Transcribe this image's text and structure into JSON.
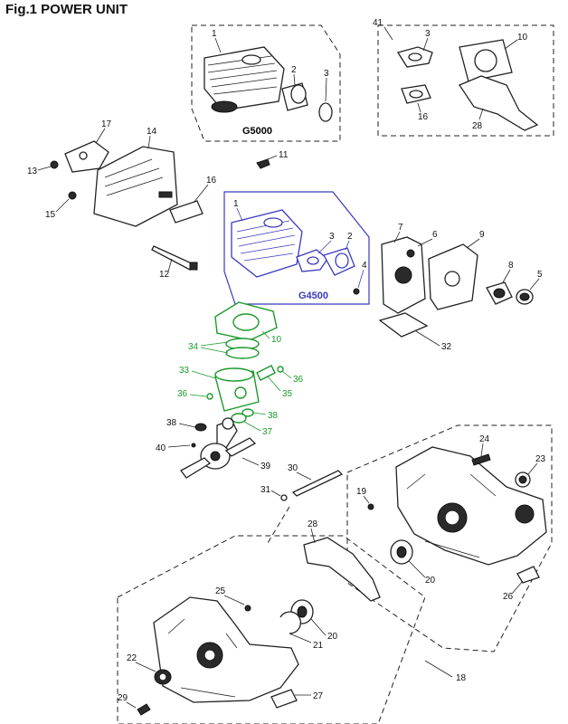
{
  "title": "Fig.1 POWER UNIT",
  "assemblies": {
    "g5000": "G5000",
    "g4500": "G4500"
  },
  "colors": {
    "black_parts": "#222222",
    "green_parts": "#1a9a2a",
    "blue_box": "#3a3ac0"
  },
  "labels": {
    "c1": "1",
    "c2": "2",
    "c3": "3",
    "c41": "41",
    "c3b": "3",
    "c10": "10",
    "c16": "16",
    "c28": "28",
    "c17": "17",
    "c14": "14",
    "c13": "13",
    "c15": "15",
    "c16b": "16",
    "c11": "11",
    "c12": "12",
    "b1": "1",
    "b3": "3",
    "b2": "2",
    "b4": "4",
    "c7": "7",
    "c6": "6",
    "c9": "9",
    "c8": "8",
    "c5": "5",
    "c32": "32",
    "g10": "10",
    "g34": "34",
    "g33": "33",
    "g36": "36",
    "g35": "35",
    "g36b": "36",
    "g38": "38",
    "g37": "37",
    "c38": "38",
    "c40": "40",
    "c39": "39",
    "c30": "30",
    "c31": "31",
    "c24": "24",
    "c23": "23",
    "c19": "19",
    "c20": "20",
    "c26": "26",
    "c28b": "28",
    "c25": "25",
    "c20b": "20",
    "c21": "21",
    "c22": "22",
    "c18": "18",
    "c29": "29",
    "c27": "27"
  }
}
